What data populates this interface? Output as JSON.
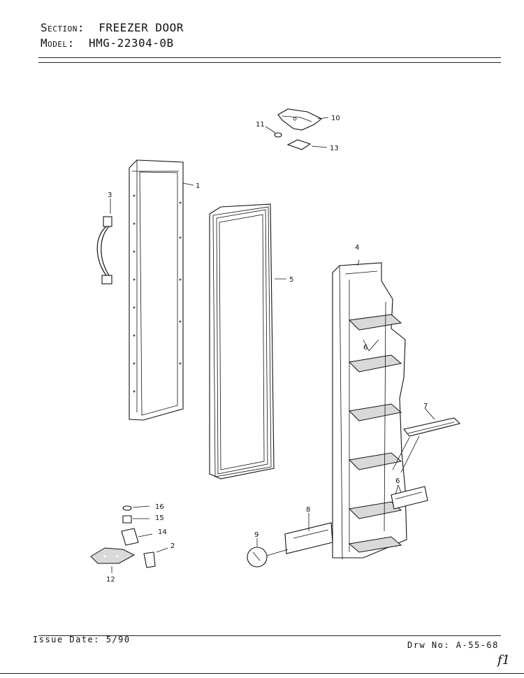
{
  "header": {
    "section_label": "Section:",
    "section_value": "FREEZER DOOR",
    "model_label": "Model:",
    "model_value": "HMG-22304-0B"
  },
  "footer": {
    "issue": "Issue Date: 5/90",
    "drawing": "Drw No: A-55-68",
    "mark": "f1"
  },
  "callouts": {
    "c1": "1",
    "c2": "2",
    "c3": "3",
    "c4": "4",
    "c5": "5",
    "c6a": "6",
    "c6b": "6",
    "c7": "7",
    "c8": "8",
    "c9": "9",
    "c10": "10",
    "c11": "11",
    "c12": "12",
    "c13": "13",
    "c14": "14",
    "c15": "15",
    "c16": "16"
  }
}
